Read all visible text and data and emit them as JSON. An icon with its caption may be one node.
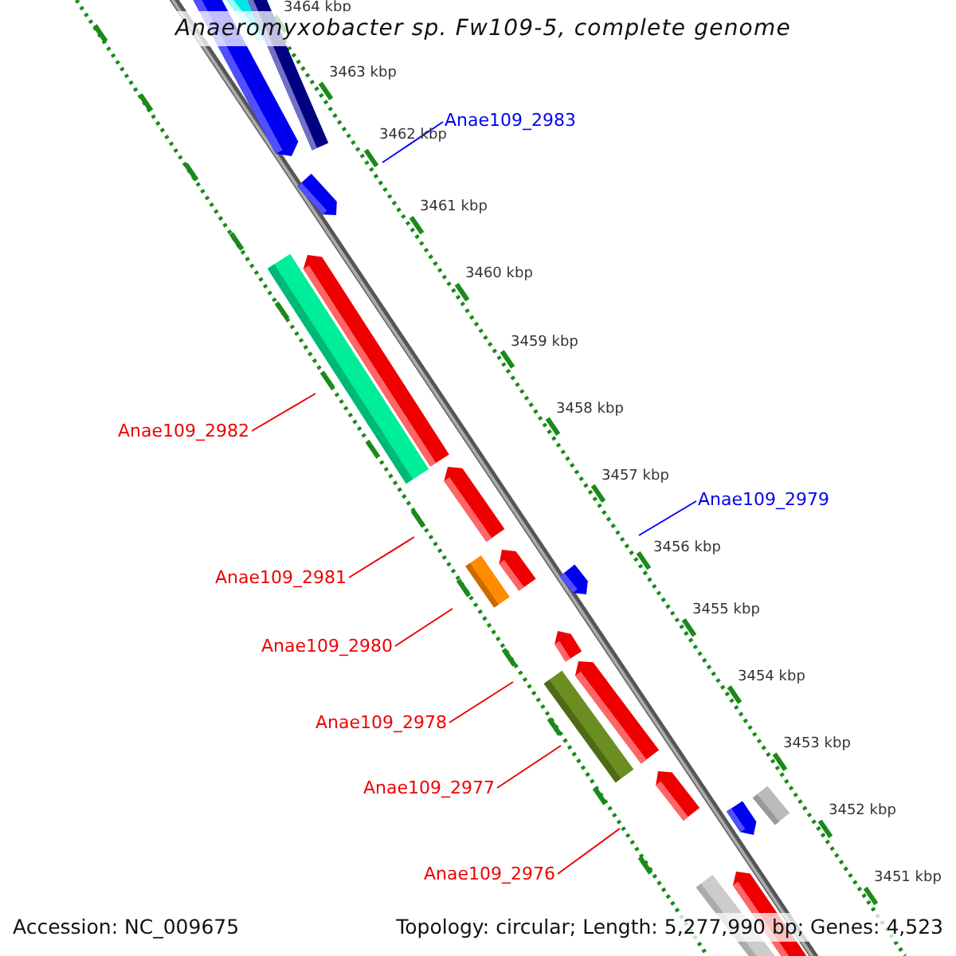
{
  "diagram": {
    "title": "Anaeromyxobacter sp. Fw109-5, complete genome",
    "nodes": [
      {
        "text": [
          "Anae109_2983"
        ]
      },
      {
        "text": [
          "Anae109_2982"
        ]
      },
      {
        "text": [
          "Anae109_2979"
        ]
      },
      {
        "text": [
          "Anae109_2981"
        ]
      },
      {
        "text": [
          "Anae109_2980"
        ]
      },
      {
        "text": [
          "Anae109_2978"
        ]
      },
      {
        "text": [
          "Anae109_2977"
        ]
      },
      {
        "text": [
          "Anae109_2976"
        ]
      }
    ],
    "edges": [
      {
        "from": 0,
        "to": null,
        "arrow": "none",
        "color": "#0000ff"
      },
      {
        "from": 1,
        "to": null,
        "arrow": "none"
      },
      {
        "from": 2,
        "to": null,
        "arrow": "none",
        "color": "#0000ff"
      },
      {
        "from": 3,
        "to": null,
        "arrow": "none"
      },
      {
        "from": 4,
        "to": null,
        "arrow": "none"
      },
      {
        "from": 5,
        "to": null,
        "arrow": "none"
      },
      {
        "from": 6,
        "to": null,
        "arrow": "none"
      },
      {
        "from": 7,
        "to": null,
        "arrow": "none"
      }
    ],
    "labels": [
      "3464 kbp",
      "3463 kbp",
      "3462 kbp",
      "3461 kbp",
      "3460 kbp",
      "3459 kbp",
      "3458 kbp",
      "3457 kbp",
      "3456 kbp",
      "3455 kbp",
      "3454 kbp",
      "3453 kbp",
      "3452 kbp",
      "3451 kbp",
      "Accession: NC_009675",
      "Topology: circular; Length: 5,277,990 bp; Genes: 4,523"
    ]
  }
}
